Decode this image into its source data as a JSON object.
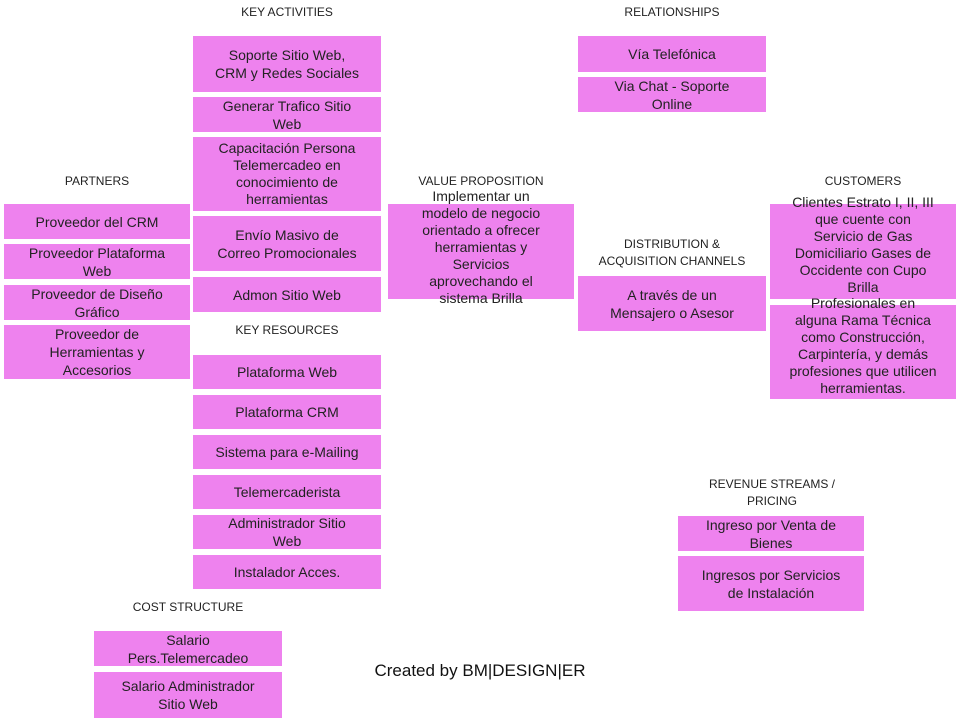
{
  "colors": {
    "box_fill": "#ee82ee",
    "background": "#ffffff"
  },
  "headings": {
    "key_activities": "KEY ACTIVITIES",
    "relationships": "RELATIONSHIPS",
    "partners": "PARTNERS",
    "value_proposition": "VALUE PROPOSITION",
    "customers": "CUSTOMERS",
    "distribution": "DISTRIBUTION  &\nACQUISITION  CHANNELS",
    "key_resources": "KEY RESOURCES",
    "revenue": "REVENUE  STREAMS  /\nPRICING",
    "cost": "COST  STRUCTURE"
  },
  "key_activities": [
    "Soporte Sitio Web,\nCRM y Redes Sociales",
    "Generar Trafico Sitio\nWeb",
    "Capacitación Persona\nTelemercadeo en\nconocimiento de\nherramientas",
    "Envío Masivo de\nCorreo Promocionales",
    "Admon Sitio Web"
  ],
  "relationships": [
    "Vía Telefónica",
    "Via Chat - Soporte\nOnline"
  ],
  "partners": [
    "Proveedor del CRM",
    "Proveedor Plataforma\nWeb",
    "Proveedor de Diseño\nGráfico",
    "Proveedor de\nHerramientas y\nAccesorios"
  ],
  "value_proposition": "Implementar un\nmodelo de negocio\norientado a ofrecer\nherramientas y\nServicios\naprovechando el\nsistema Brilla",
  "customers": [
    "Clientes Estrato I,  II,  III\nque cuente con\nServicio de Gas\nDomiciliario Gases de\nOccidente con Cupo\nBrilla",
    "Profesionales en\nalguna Rama Técnica\ncomo Construcción,\nCarpintería, y demás\nprofesiones que utilicen\nherramientas."
  ],
  "distribution": [
    "A través de un\nMensajero o Asesor"
  ],
  "key_resources": [
    "Plataforma Web",
    "Plataforma CRM",
    "Sistema para e-Mailing",
    "Telemercaderista",
    "Administrador Sitio\nWeb",
    "Instalador Acces."
  ],
  "revenue": [
    "Ingreso por Venta de\nBienes",
    "Ingresos por Servicios\nde Instalación"
  ],
  "cost": [
    "Salario\nPers.Telemercadeo",
    "Salario Administrador\nSitio Web"
  ],
  "footer": "Created by BM|DESIGN|ER"
}
